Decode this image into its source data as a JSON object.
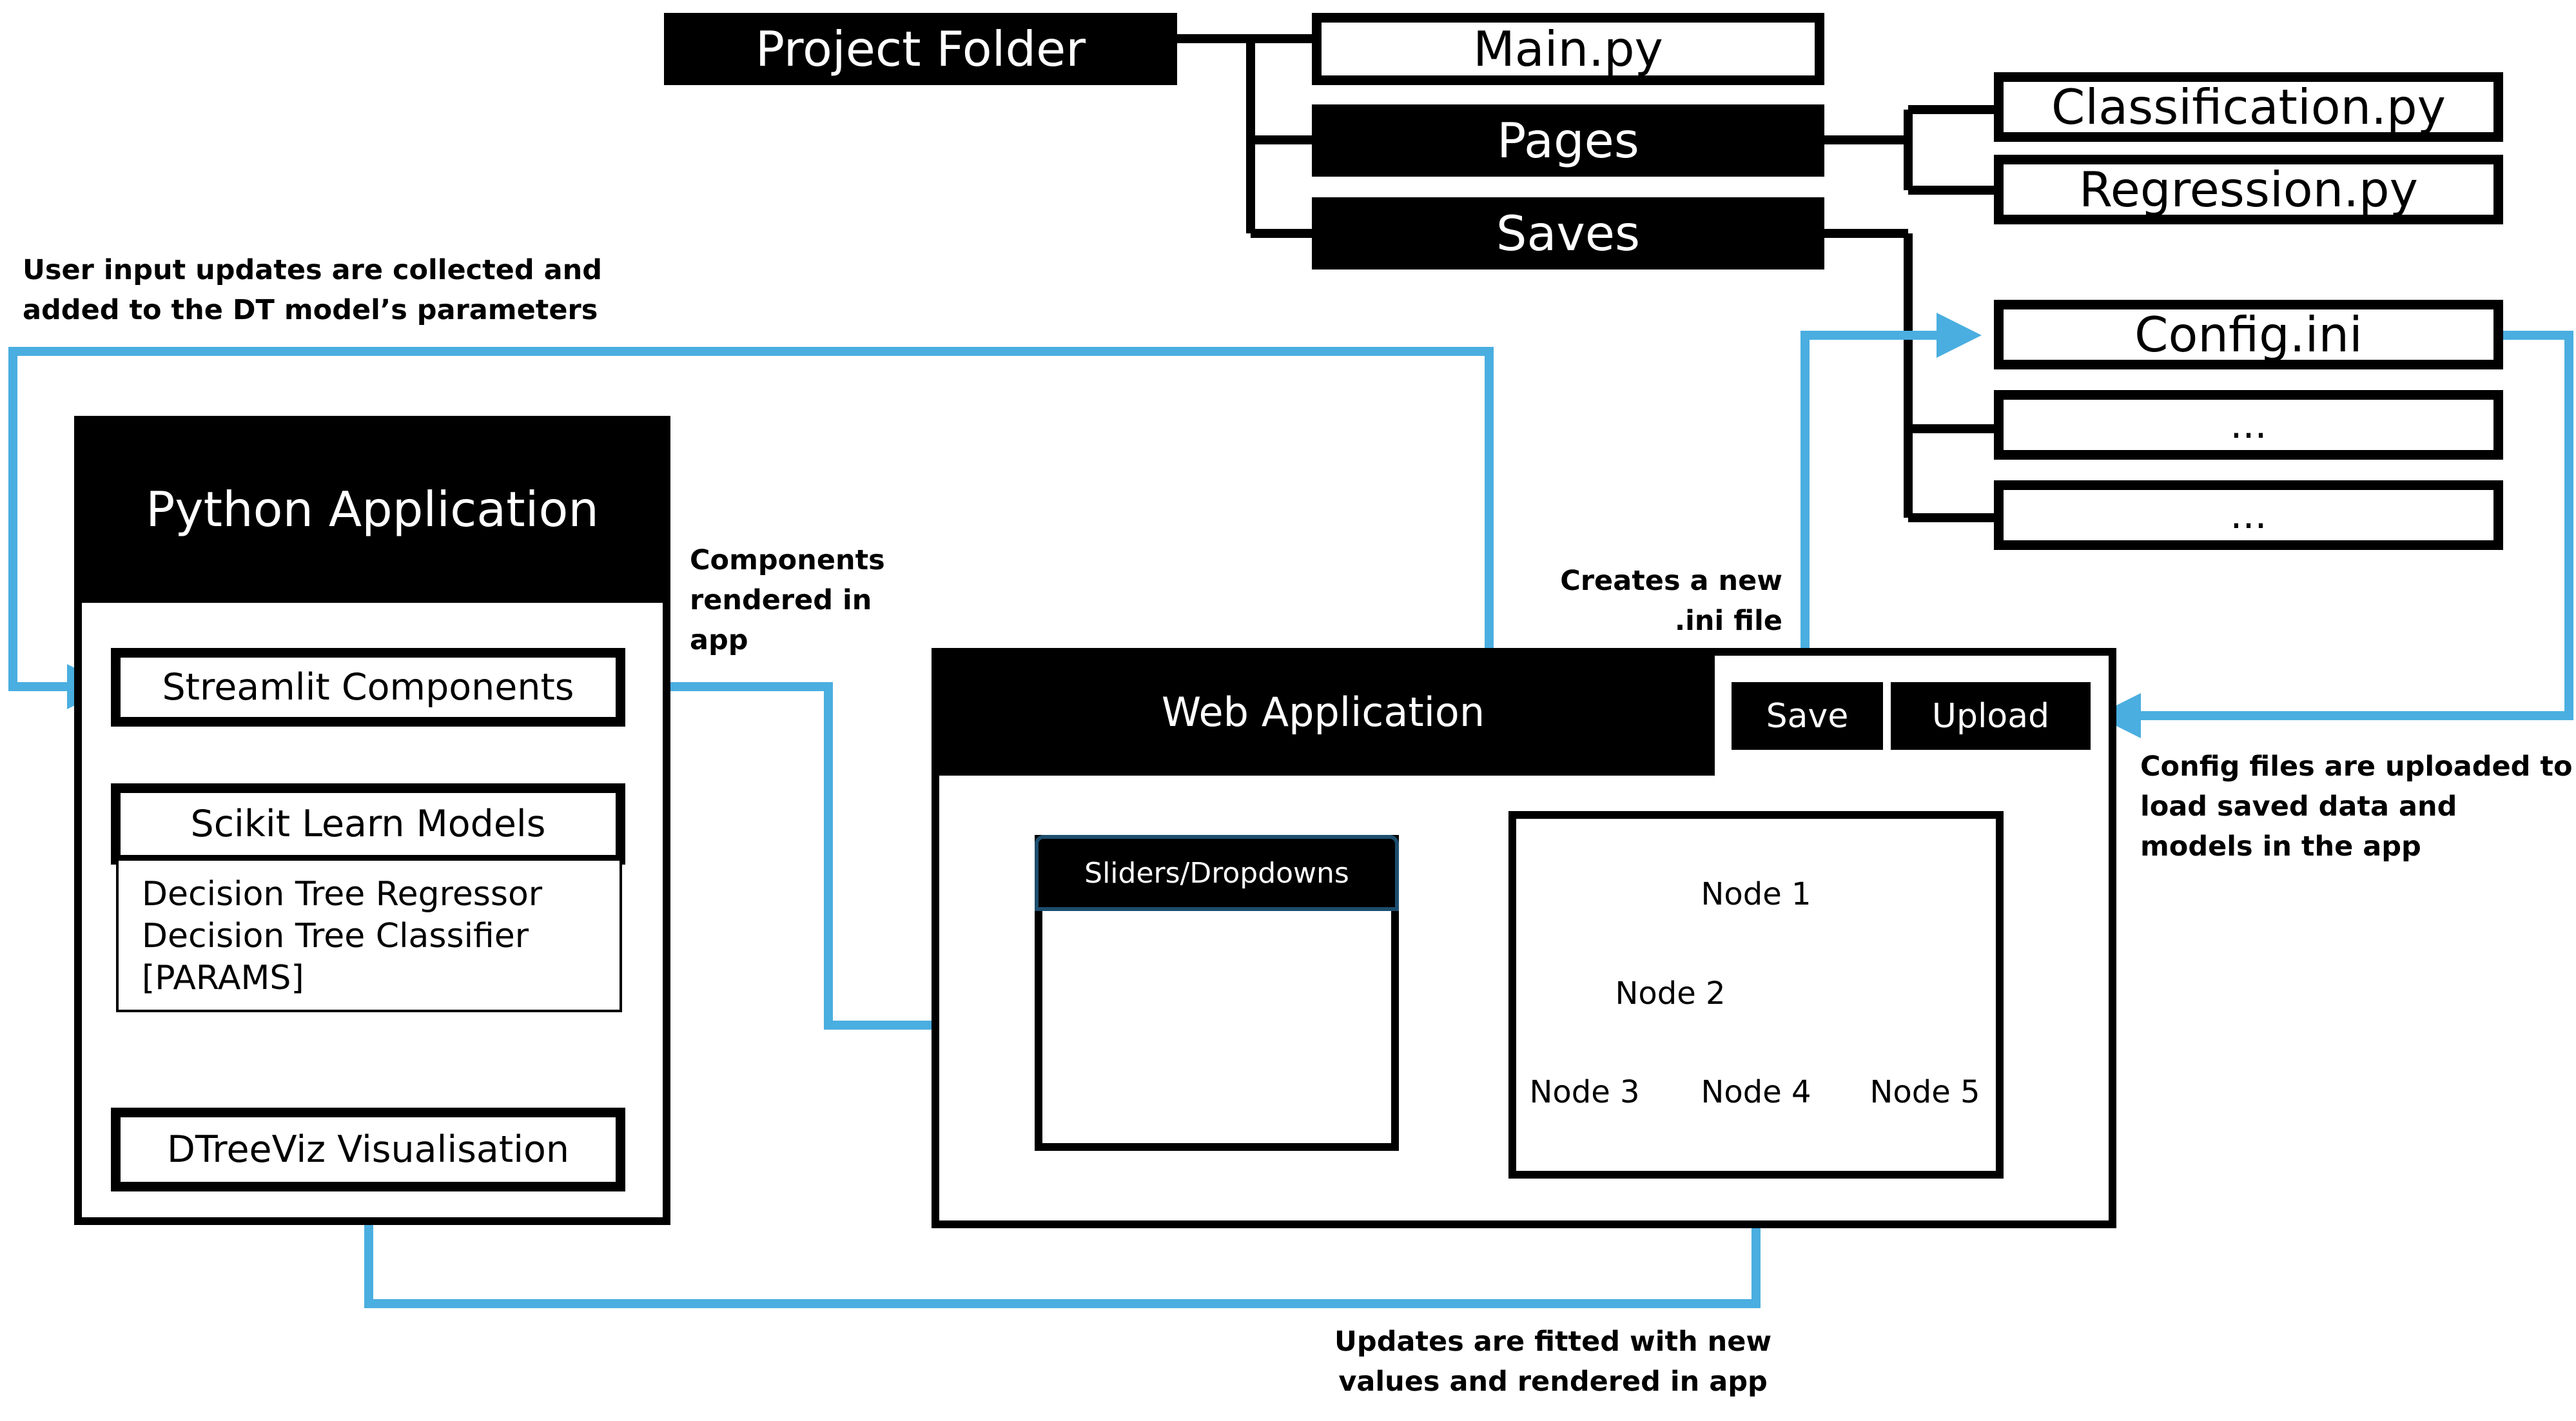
{
  "colors": {
    "black": "#000000",
    "accent_blue": "#4AAEE0",
    "dark_teal": "#1D4E6E",
    "white": "#ffffff"
  },
  "folder_tree": {
    "root": "Project Folder",
    "main": "Main.py",
    "pages": "Pages",
    "saves": "Saves",
    "classification": "Classification.py",
    "regression": "Regression.py",
    "config": "Config.ini",
    "placeholder_1": "...",
    "placeholder_2": "..."
  },
  "python_app": {
    "title": "Python Application",
    "streamlit": "Streamlit Components",
    "sklearn": "Scikit Learn Models",
    "models_list": [
      "Decision Tree Regressor",
      "Decision Tree Classifier",
      "[PARAMS]"
    ],
    "dtreeviz": "DTreeViz Visualisation"
  },
  "web_app": {
    "title": "Web Application",
    "save_button": "Save",
    "upload_button": "Upload",
    "sliders_title": "Sliders/Dropdowns",
    "tree_nodes": [
      "Node 1",
      "Node 2",
      "Node 3",
      "Node 4",
      "Node 5"
    ]
  },
  "annotations": {
    "user_input": [
      "User input updates are collected and",
      "added to the DT model’s parameters"
    ],
    "components_rendered": [
      "Components",
      "rendered in",
      "app"
    ],
    "creates_ini": [
      "Creates a new",
      ".ini file"
    ],
    "config_uploaded": [
      "Config files are uploaded to",
      "load saved data and",
      "models in the app"
    ],
    "updates_fitted": [
      "Updates are fitted with new",
      "values and rendered in app"
    ]
  }
}
